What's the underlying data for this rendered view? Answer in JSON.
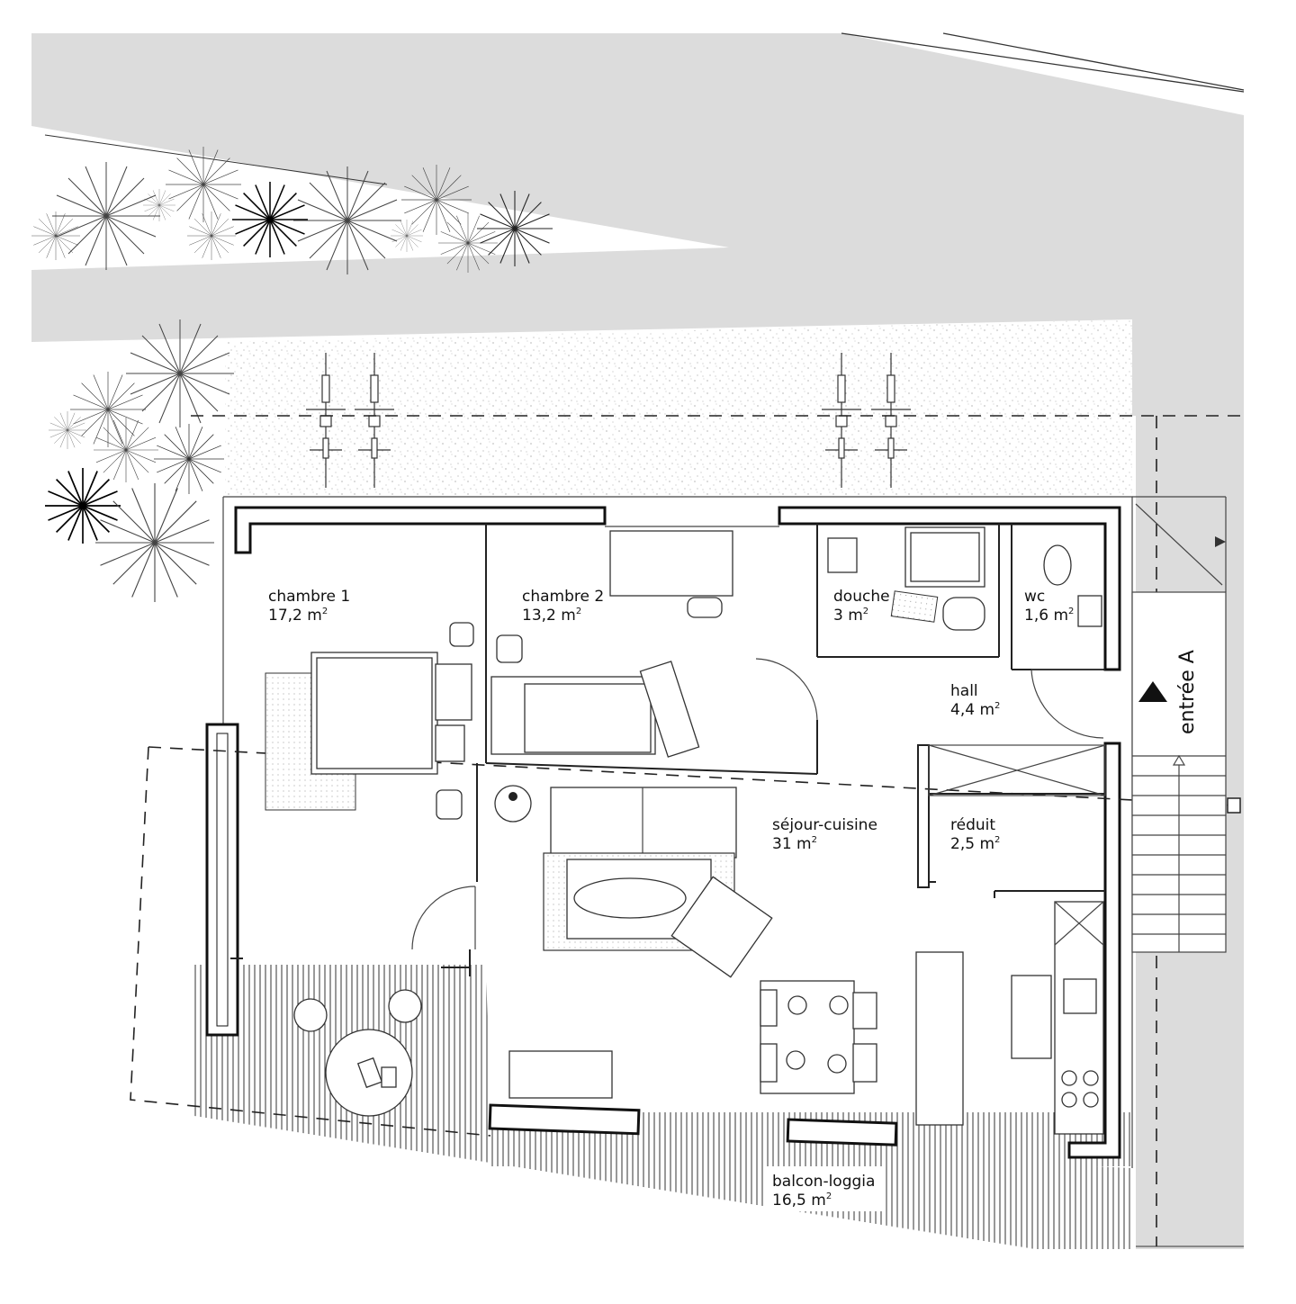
{
  "rooms": [
    {
      "key": "chambre1",
      "name": "chambre 1",
      "area": "17,2 m",
      "sup": "2"
    },
    {
      "key": "chambre2",
      "name": "chambre 2",
      "area": "13,2 m",
      "sup": "2"
    },
    {
      "key": "douche",
      "name": "douche",
      "area": "3 m",
      "sup": "2"
    },
    {
      "key": "wc",
      "name": "wc",
      "area": "1,6 m",
      "sup": "2"
    },
    {
      "key": "hall",
      "name": "hall",
      "area": "4,4 m",
      "sup": "2"
    },
    {
      "key": "sejour",
      "name": "séjour-cuisine",
      "area": "31 m",
      "sup": "2"
    },
    {
      "key": "reduit",
      "name": "réduit",
      "area": "2,5 m",
      "sup": "2"
    },
    {
      "key": "balcon",
      "name": "balcon-loggia",
      "area": "16,5 m",
      "sup": "2"
    }
  ],
  "entrance": {
    "label": "entrée A"
  },
  "colors": {
    "street": "#dcdcdc",
    "wall": "#111111",
    "line": "#444444",
    "gravel": "#f4f4f4"
  }
}
